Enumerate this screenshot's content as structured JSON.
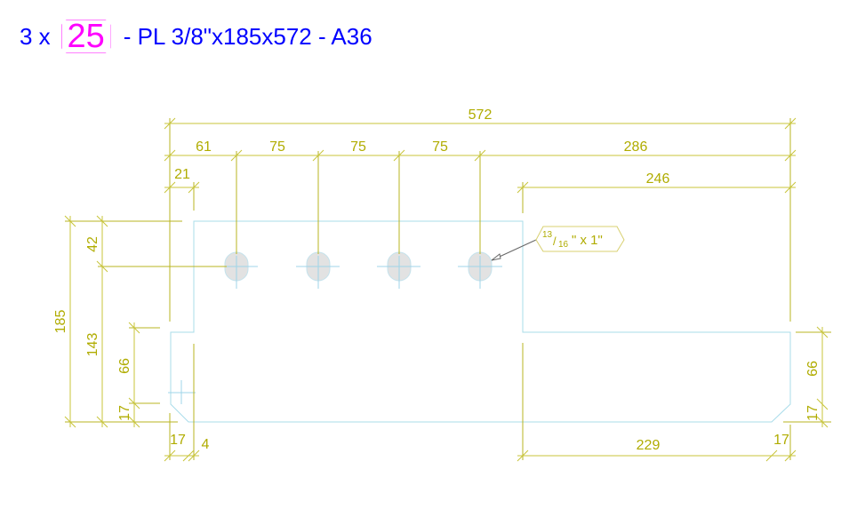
{
  "title": {
    "quantity": "3 x",
    "mark": "25",
    "description": "- PL 3/8\"x185x572 - A36"
  },
  "dimensions": {
    "overall_length": "572",
    "hole_spacing": [
      "61",
      "75",
      "75",
      "75",
      "286"
    ],
    "notch_width_top": "21",
    "right_top": "246",
    "overall_height": "185",
    "hole_edge": "42",
    "hole_to_bottom": "143",
    "left_tab_height": "66",
    "left_chamfer_v": "17",
    "left_chamfer_h": "17",
    "left_offset": "4",
    "bottom_right_length": "229",
    "right_chamfer_h": "17",
    "right_tab_height": "66",
    "right_chamfer_v": "17"
  },
  "hole_label": {
    "num": "13",
    "den": "16",
    "rest": "\" x 1\""
  }
}
